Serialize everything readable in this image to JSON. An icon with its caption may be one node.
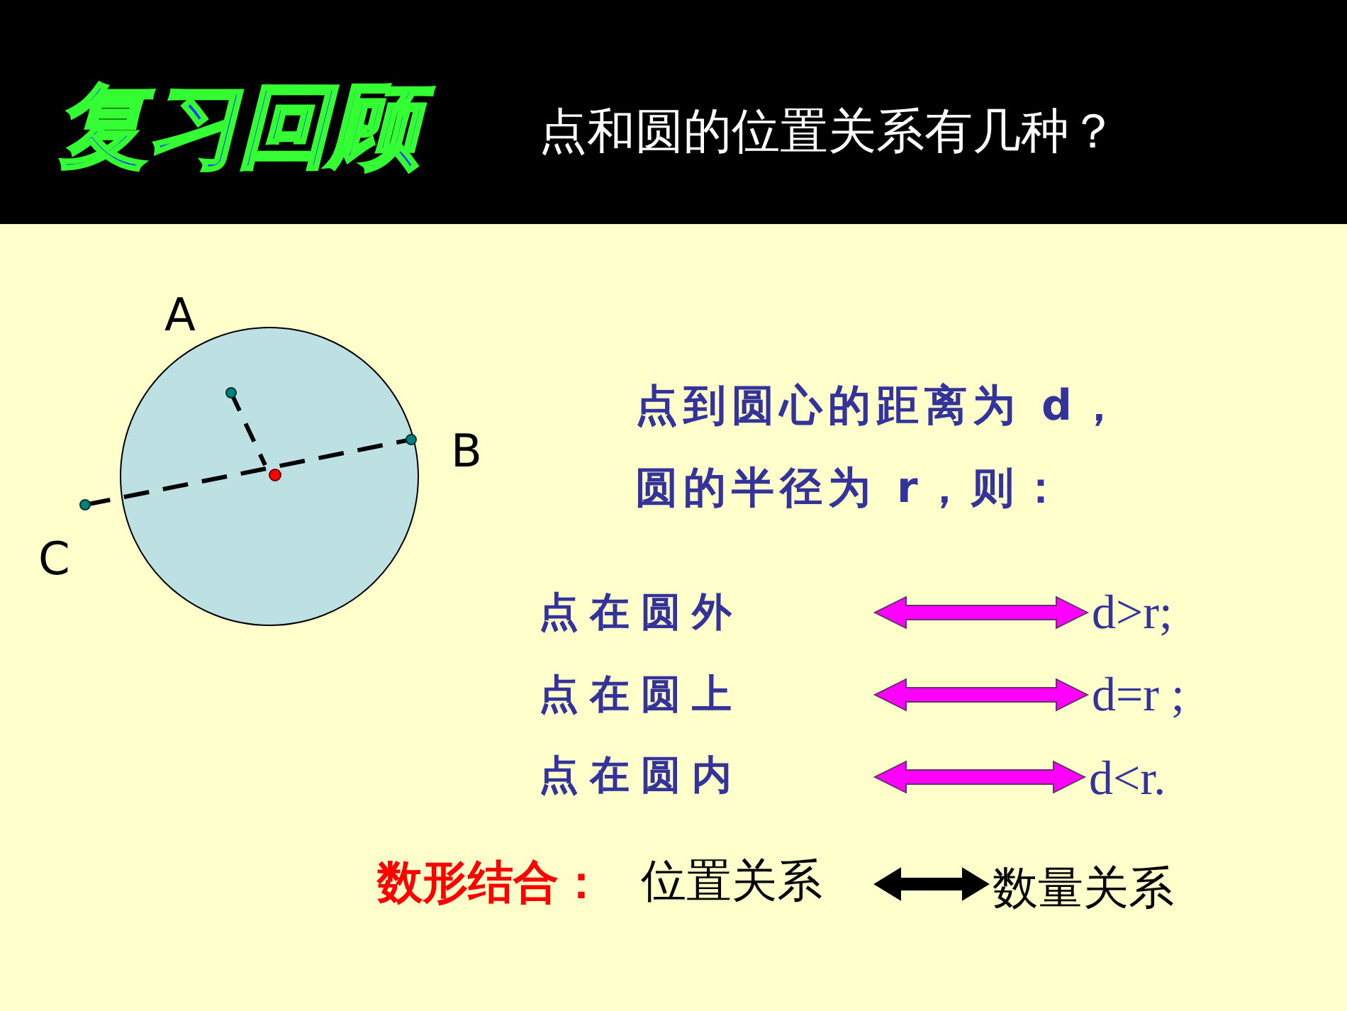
{
  "diagram": {
    "title": "点和圆的位置关系有几种？",
    "nodes": [
      {
        "text": [
          "点在圆外"
        ]
      },
      {
        "text": [
          "d>r;"
        ]
      },
      {
        "text": [
          "点在圆上"
        ]
      },
      {
        "text": [
          "d=r ;"
        ]
      },
      {
        "text": [
          "点在圆内"
        ]
      },
      {
        "text": [
          "d<r."
        ]
      },
      {
        "text": [
          "位置关系"
        ]
      },
      {
        "text": [
          "数量关系"
        ]
      }
    ],
    "edges": [
      {
        "from": 0,
        "to": 1,
        "arrow": "both"
      },
      {
        "from": 2,
        "to": 3,
        "arrow": "both"
      },
      {
        "from": 4,
        "to": 5,
        "arrow": "both"
      },
      {
        "from": 6,
        "to": 7,
        "arrow": "both",
        "color": "#000000"
      }
    ],
    "labels": [
      "复习回顾",
      "A",
      "B",
      "C",
      "点到圆心的距离为 d，圆的半径为 r，则：",
      "数形结合："
    ]
  }
}
